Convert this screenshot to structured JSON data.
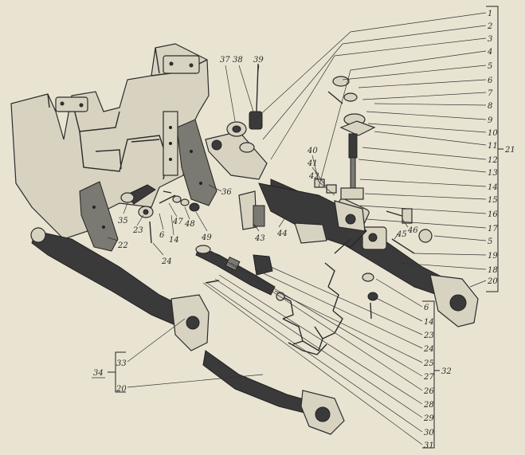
{
  "callouts_right": [
    "1",
    "2",
    "3",
    "4",
    "5",
    "6",
    "7",
    "8",
    "9",
    "10",
    "11",
    "12",
    "13",
    "14",
    "15",
    "16",
    "17",
    "5",
    "19",
    "18",
    "20"
  ],
  "group_21": "21",
  "callouts_bottom_right": [
    "6",
    "14",
    "23",
    "24",
    "25",
    "27",
    "26",
    "28",
    "29",
    "30",
    "31"
  ],
  "group_32": "32",
  "callouts_top": [
    "37",
    "38",
    "39",
    "40",
    "41",
    "42"
  ],
  "callouts_mid": [
    "35",
    "23",
    "47",
    "6",
    "14",
    "48",
    "49",
    "36",
    "43",
    "44",
    "46",
    "45"
  ],
  "callouts_left": [
    "22",
    "24"
  ],
  "group_34_items": [
    "33",
    "20"
  ],
  "group_34": "34"
}
